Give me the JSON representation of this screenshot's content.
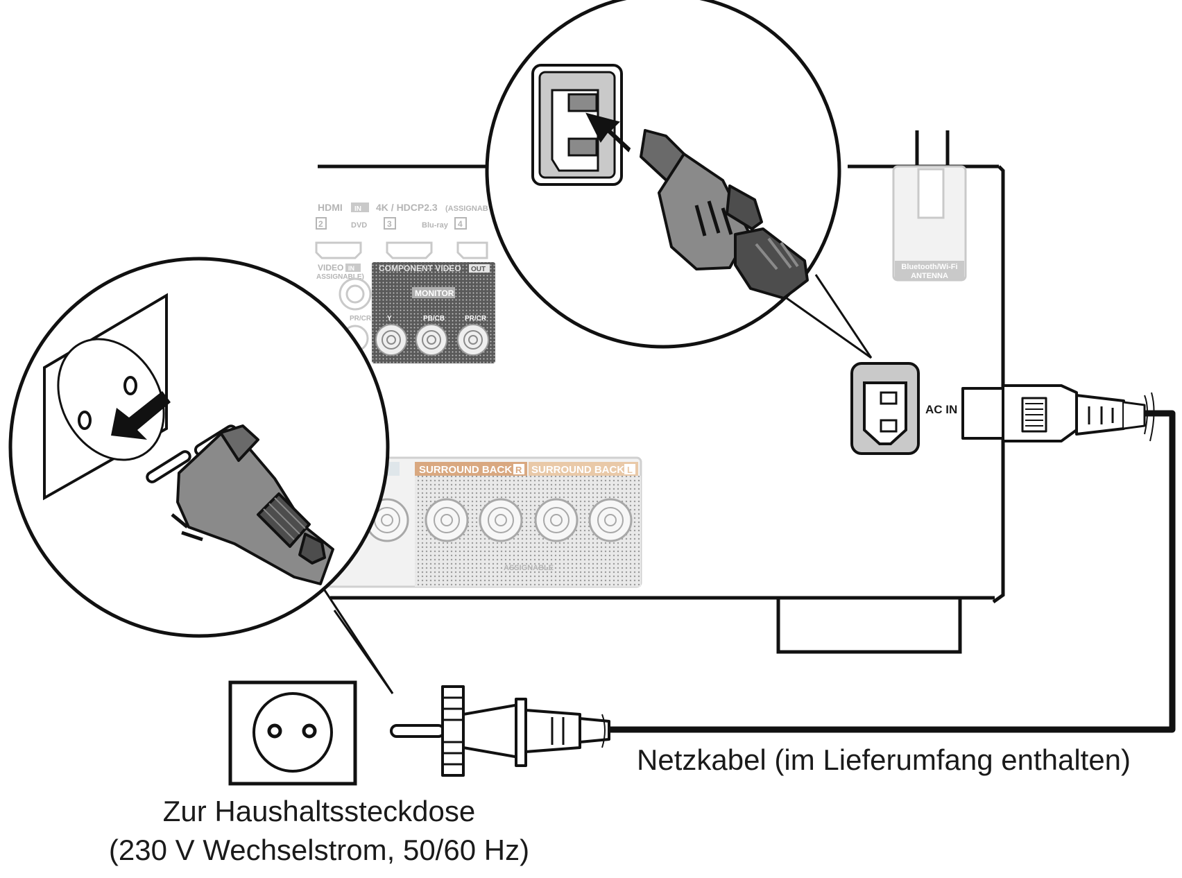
{
  "labels": {
    "ac_in": "AC IN",
    "power_cable": "Netzkabel (im Lieferumfang enthalten)",
    "socket_line1": "Zur Haushaltssteckdose",
    "socket_line2": "(230 V Wechselstrom, 50/60 Hz)"
  },
  "panel": {
    "hdmi": "HDMI",
    "hdmi_in": "IN",
    "hdcp": "4K / HDCP2.3",
    "assignable_hdmi": "(ASSIGNAB",
    "input_2": "2",
    "input_dvd": "DVD",
    "input_3": "3",
    "input_bluray": "Blu-ray",
    "input_4": "4",
    "video": "VIDEO",
    "video_in": "IN",
    "video_assignable": "ASSIGNABLE)",
    "component_video": "COMPONENT VIDEO",
    "component_out": "OUT",
    "monitor": "MONITOR",
    "y": "Y",
    "pb_cb": "PB/CB",
    "pr_cr": "PR/CR",
    "pr_cr_partial": "PR/CR",
    "surround_back_r": "SURROUND BACK",
    "r": "R",
    "surround_back_l": "SURROUND BACK",
    "l": "L",
    "assignable_speaker": "ASSIGNABLE",
    "antenna_line1": "Bluetooth/Wi-Fi",
    "antenna_line2": "ANTENNA"
  },
  "colors": {
    "line": "#111111",
    "faded": "#c9c9c9",
    "faded_text": "#b5b5b5",
    "plug_gray": "#8a8a8a",
    "plug_dark": "#4d4d4d",
    "surround_r": "#d9a880",
    "surround_l": "#e9c9a8"
  }
}
